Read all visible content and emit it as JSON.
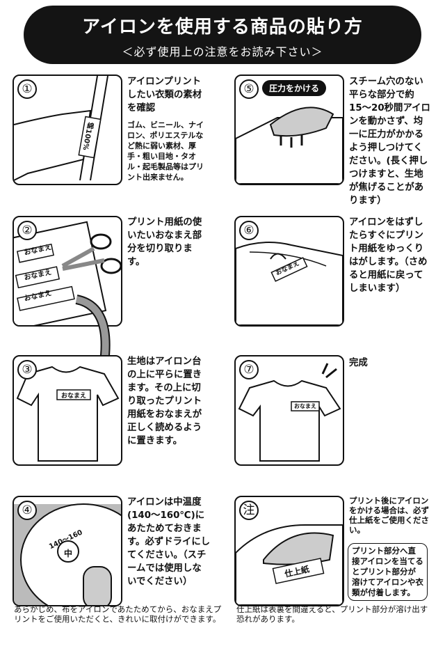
{
  "header": {
    "title": "アイロンを使用する商品の貼り方",
    "subtitle": "＜必ず使用上の注意をお読み下さい＞"
  },
  "steps": [
    {
      "num": "①",
      "text": "アイロンプリントしたい衣類の素材を確認",
      "small": "ゴム、ビニール、ナイロン、ポリエステルなど熱に弱い素材、厚手・粗い目地・タオル・起毛製品等はプリント出来ません。",
      "tag": "綿100%"
    },
    {
      "num": "②",
      "text": "プリント用紙の使いたいおなまえ部分を切り取ります。",
      "tag": "おなまえ"
    },
    {
      "num": "③",
      "text": "生地はアイロン台の上に平らに置きます。その上に切り取ったプリント用紙をおなまえが正しく読めるように置きます。",
      "tag": "おなまえ"
    },
    {
      "num": "④",
      "text": "アイロンは中温度(140〜160℃)にあたためておきます。必ずドライにしてください。（スチームでは使用しないでください）",
      "dial_range": "140〜160",
      "dial_mark": "中"
    },
    {
      "num": "⑤",
      "text": "スチーム穴のない平らな部分で約15〜20秒間アイロンを動かさず、均一に圧力がかかるよう押しつけてください。(長く押しつけますと、生地が焦げることがあります）",
      "badge": "圧力をかける"
    },
    {
      "num": "⑥",
      "text": "アイロンをはずしたらすぐにプリント用紙をゆっくりはがします。（さめると用紙に戻ってしまいます）",
      "tag": "おなまえ"
    },
    {
      "num": "⑦",
      "text": "完成",
      "tag": "おなまえ"
    },
    {
      "num": "注",
      "text": "プリント後にアイロンをかける場合は、必ず仕上紙をご使用ください。",
      "box": "プリント部分へ直接アイロンを当てるとプリント部分が溶けてアイロンや衣類が付着します。",
      "tag": "仕上紙"
    }
  ],
  "notes": {
    "left": "あらかじめ、布をアイロンであたためてから、おなまえプリントをご使用いただくと、きれいに取付けができます。",
    "right": "仕上紙は表裏を間違えると、プリント部分が溶け出す恐れがあります。"
  }
}
